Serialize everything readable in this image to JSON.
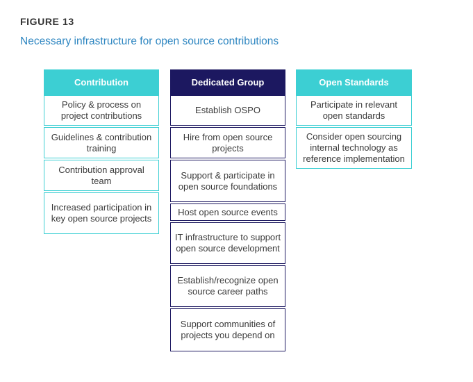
{
  "figure": {
    "label": "FIGURE 13",
    "title": "Necessary infrastructure for open source contributions"
  },
  "colors": {
    "title_blue": "#2e86c1",
    "teal": "#3ccfd3",
    "navy": "#1c1860"
  },
  "columns": {
    "contribution": {
      "header": "Contribution",
      "items": [
        "Policy & process on project contributions",
        "Guidelines & contribution training",
        "Contribution approval team",
        "Increased participation in key open source projects"
      ]
    },
    "dedicated": {
      "header": "Dedicated Group",
      "items": [
        "Establish OSPO",
        "Hire from open source projects",
        "Support & participate in open source foundations",
        "Host open source events",
        "IT infrastructure to support open source development",
        "Establish/recognize open source career paths",
        "Support communities of projects you depend on"
      ]
    },
    "standards": {
      "header": "Open Standards",
      "items": [
        "Participate in relevant open standards",
        "Consider open sourcing internal technology as reference implementation"
      ]
    }
  }
}
